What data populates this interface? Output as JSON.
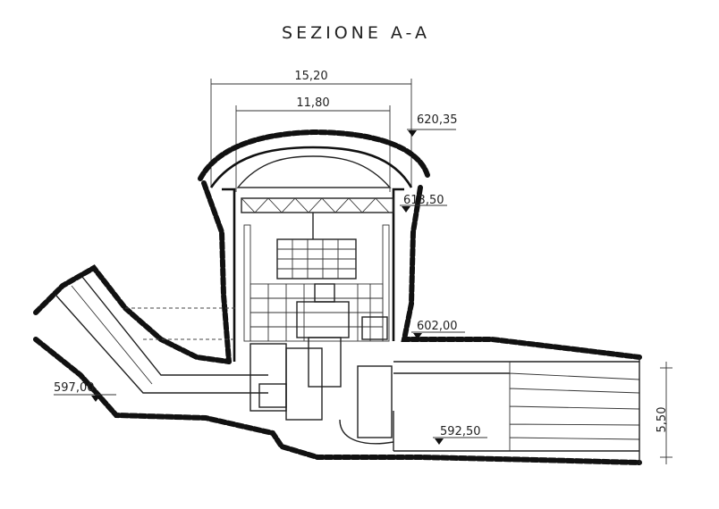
{
  "title": "SEZIONE A-A",
  "dimensions": {
    "outer_width": "15,20",
    "inner_width": "11,80",
    "height": "5,50"
  },
  "levels": {
    "crown": "620,35",
    "crane": "613,50",
    "floor": "602,00",
    "inlet": "597,00",
    "tailrace": "592,50"
  }
}
